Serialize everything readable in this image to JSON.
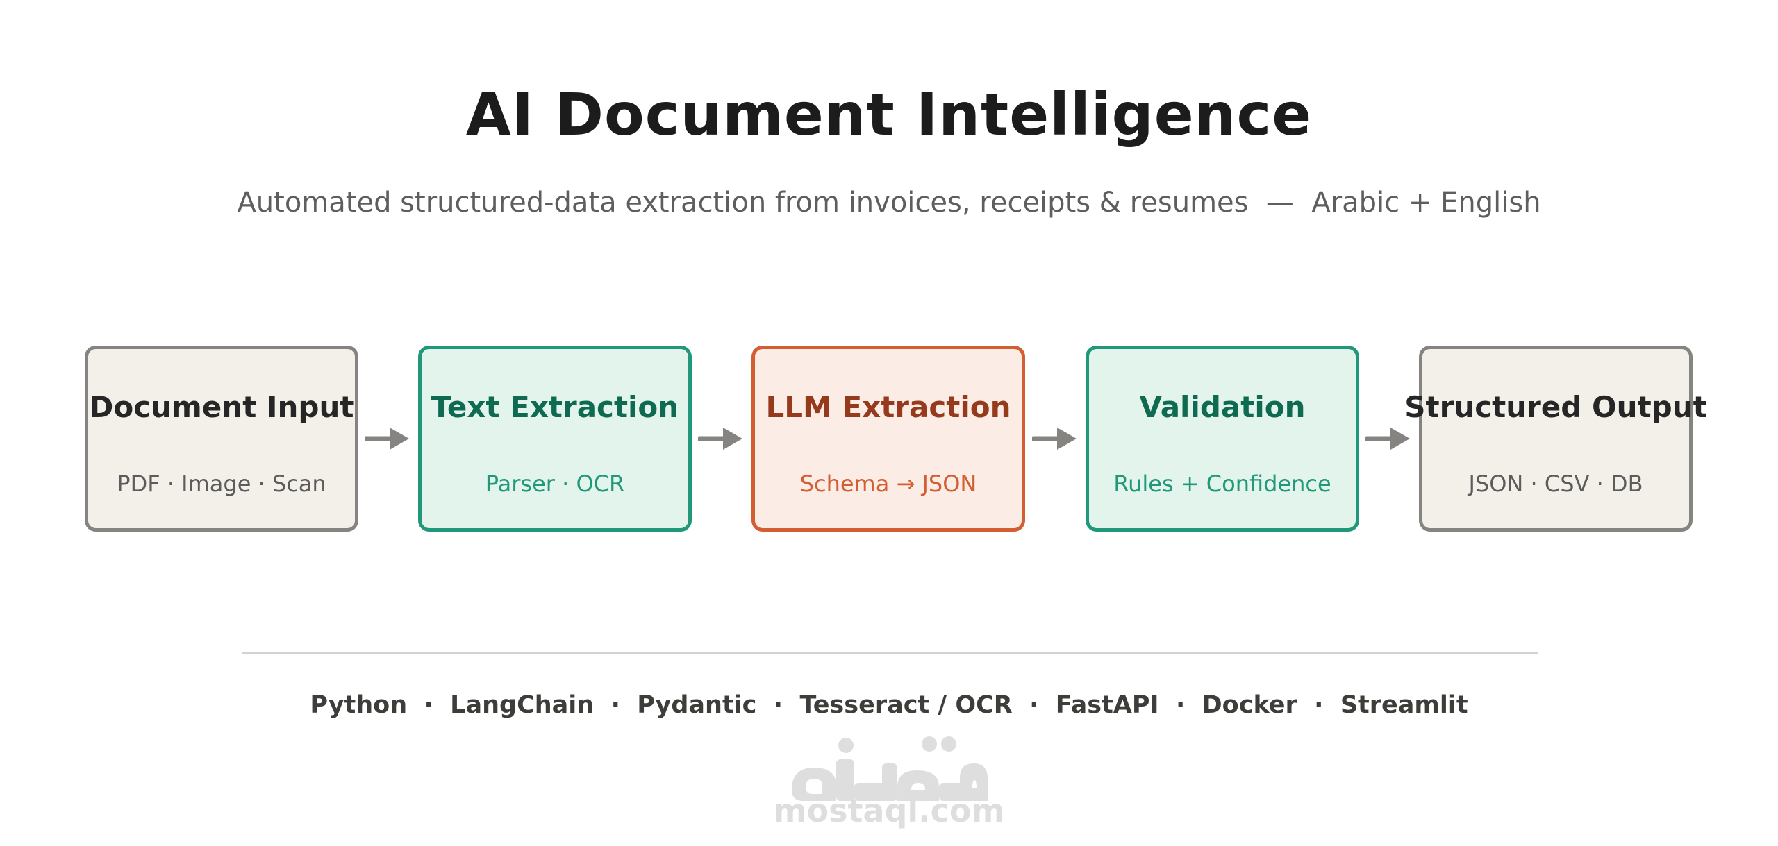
{
  "title": "AI Document Intelligence",
  "subtitle": "Automated structured-data extraction from invoices, receipts & resumes  —  Arabic + English",
  "pipeline": [
    {
      "title": "Document Input",
      "subtitle": "PDF · Image · Scan",
      "style": "neutral"
    },
    {
      "title": "Text Extraction",
      "subtitle": "Parser · OCR",
      "style": "green"
    },
    {
      "title": "LLM Extraction",
      "subtitle": "Schema → JSON",
      "style": "orange"
    },
    {
      "title": "Validation",
      "subtitle": "Rules + Confidence",
      "style": "green"
    },
    {
      "title": "Structured Output",
      "subtitle": "JSON · CSV · DB",
      "style": "neutral"
    }
  ],
  "tech_stack": "Python  ·  LangChain  ·  Pydantic  ·  Tesseract / OCR  ·  FastAPI  ·  Docker  ·  Streamlit",
  "watermark": {
    "text": "mostaql.com",
    "logo": "مستقل"
  },
  "colors": {
    "neutral_border": "#858480",
    "neutral_fill": "#f3f0ea",
    "green_border": "#22987a",
    "green_fill": "#e2f4ec",
    "orange_border": "#d35e32",
    "orange_fill": "#fbece6",
    "arrow": "#858480"
  }
}
